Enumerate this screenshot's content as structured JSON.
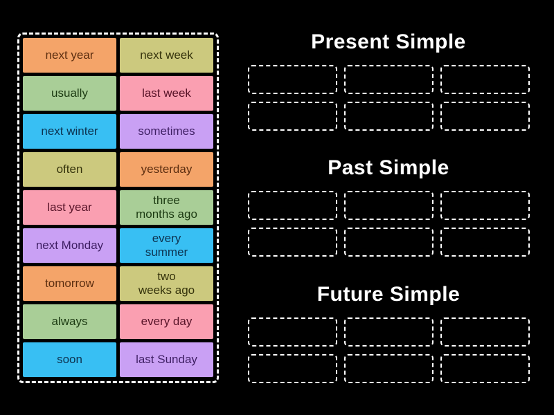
{
  "background_color": "#000000",
  "palette": {
    "orange": {
      "bg": "#F4A469",
      "text": "#5C2E10"
    },
    "olive": {
      "bg": "#CCC97E",
      "text": "#35330C"
    },
    "green": {
      "bg": "#A9CE97",
      "text": "#1C3A12"
    },
    "pink": {
      "bg": "#FA9FB1",
      "text": "#571328"
    },
    "blue": {
      "bg": "#38BFF3",
      "text": "#0D3350"
    },
    "purple": {
      "bg": "#C9A0F4",
      "text": "#3E1F63"
    }
  },
  "word_bank": {
    "columns": 2,
    "tiles": [
      {
        "label": "next year",
        "color": "orange"
      },
      {
        "label": "next week",
        "color": "olive"
      },
      {
        "label": "usually",
        "color": "green"
      },
      {
        "label": "last week",
        "color": "pink"
      },
      {
        "label": "next winter",
        "color": "blue"
      },
      {
        "label": "sometimes",
        "color": "purple"
      },
      {
        "label": "often",
        "color": "olive"
      },
      {
        "label": "yesterday",
        "color": "orange"
      },
      {
        "label": "last year",
        "color": "pink"
      },
      {
        "label": "three\nmonths ago",
        "color": "green"
      },
      {
        "label": "next Monday",
        "color": "purple"
      },
      {
        "label": "every\nsummer",
        "color": "blue"
      },
      {
        "label": "tomorrow",
        "color": "orange"
      },
      {
        "label": "two\nweeks ago",
        "color": "olive"
      },
      {
        "label": "always",
        "color": "green"
      },
      {
        "label": "every day",
        "color": "pink"
      },
      {
        "label": "soon",
        "color": "blue"
      },
      {
        "label": "last Sunday",
        "color": "purple"
      }
    ]
  },
  "groups": [
    {
      "title": "Present Simple",
      "slots": 6,
      "slot_columns": 3
    },
    {
      "title": "Past Simple",
      "slots": 6,
      "slot_columns": 3
    },
    {
      "title": "Future Simple",
      "slots": 6,
      "slot_columns": 3
    }
  ],
  "slot_border_color": "#FFFFFF",
  "title_color": "#FFFFFF"
}
